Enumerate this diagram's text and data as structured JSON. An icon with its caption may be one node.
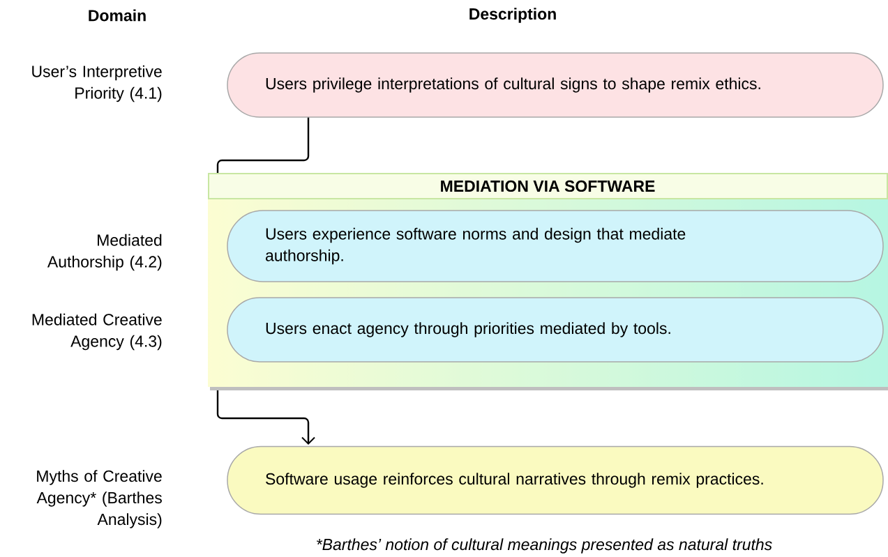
{
  "diagram": {
    "caption": "*Barthes’ notion of cultural meanings presented as natural truths",
    "nodes": [
      {
        "text": [
          "Users privilege interpretations of cultural signs to shape remix ethics."
        ]
      },
      {
        "text": [
          "MEDIATION VIA SOFTWARE"
        ]
      },
      {
        "text": [
          "Users experience software norms and design that mediate authorship."
        ],
        "in": 1
      },
      {
        "text": [
          "Users enact agency through priorities mediated by tools."
        ],
        "in": 1
      },
      {
        "text": [
          "Software usage reinforces cultural narratives through remix practices."
        ]
      }
    ],
    "edges": [
      {
        "from": 0,
        "to": 4,
        "arrow": "to"
      }
    ],
    "labels": [
      "Domain",
      "Description",
      "User’s Interpretive Priority (4.1)",
      "Mediated Authorship (4.2)",
      "Mediated Creative Agency (4.3)",
      "Myths of Creative Agency* (Barthes Analysis)"
    ]
  }
}
